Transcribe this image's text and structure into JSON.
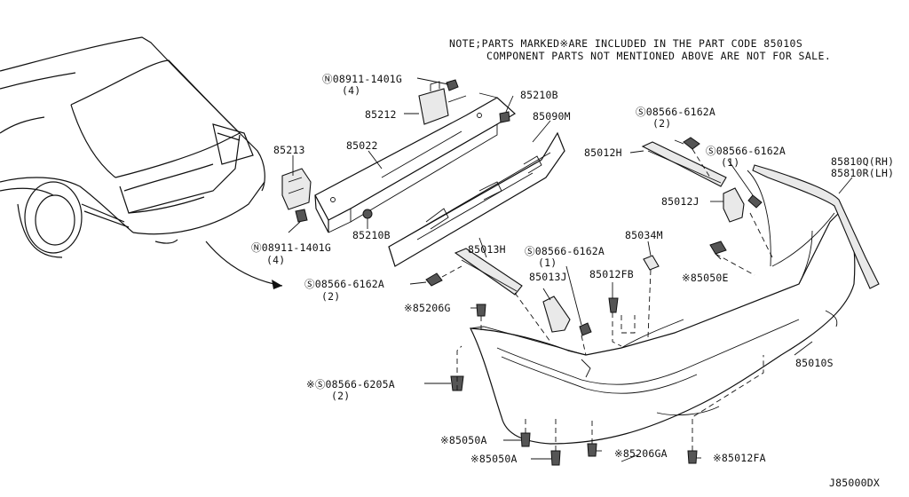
{
  "note": {
    "line1": "NOTE;PARTS MARKED※ARE INCLUDED IN THE PART CODE 85010S",
    "line2": "COMPONENT PARTS NOT MENTIONED ABOVE ARE NOT FOR SALE."
  },
  "labels": {
    "n08911_top": "Ⓝ08911-1401G",
    "n08911_top_qty": "(4)",
    "p85212": "85212",
    "p85210b_top": "85210B",
    "p85090m": "85090M",
    "p85213": "85213",
    "p85022": "85022",
    "p85210b_bot": "85210B",
    "n08911_bot": "Ⓝ08911-1401G",
    "n08911_bot_qty": "(4)",
    "s08566_left": "Ⓢ08566-6162A",
    "s08566_left_qty": "(2)",
    "p85013h": "85013H",
    "s08566_mid": "Ⓢ08566-6162A",
    "s08566_mid_qty": "(1)",
    "p85013j": "85013J",
    "p85012fb": "85012FB",
    "p85034m": "85034M",
    "p85206g": "※85206G",
    "s08566_6205a": "※Ⓢ08566-6205A",
    "s08566_6205a_qty": "(2)",
    "s08566_topright": "Ⓢ08566-6162A",
    "s08566_topright_qty": "(2)",
    "p85012h": "85012H",
    "s08566_right": "Ⓢ08566-6162A",
    "s08566_right_qty": "(1)",
    "p85012j": "85012J",
    "p85810q": "85810Q(RH)",
    "p85810r": "85810R(LH)",
    "p85050e": "※85050E",
    "p85010s": "85010S",
    "p85050a_1": "※85050A",
    "p85050a_2": "※85050A",
    "p85206ga": "※85206GA",
    "p85012fa": "※85012FA",
    "diagram_code": "J85000DX"
  }
}
